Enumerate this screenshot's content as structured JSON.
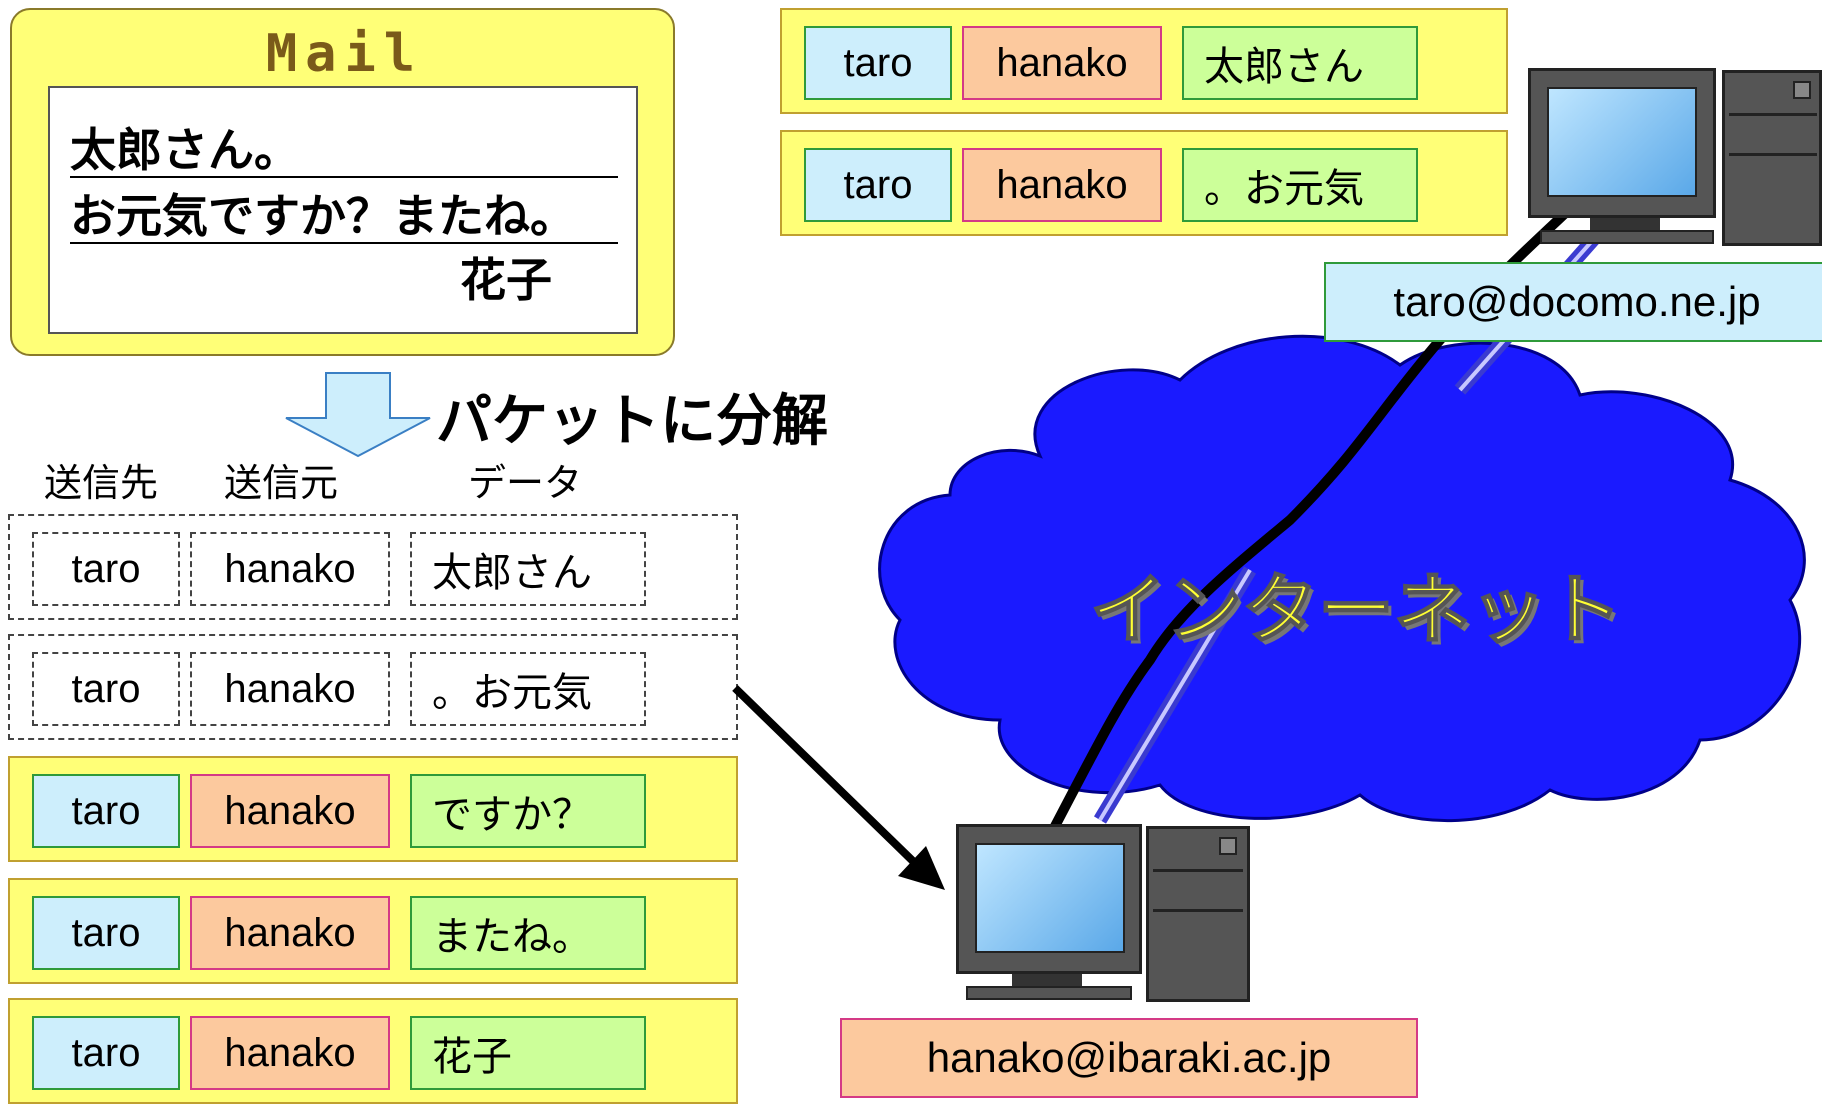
{
  "mail": {
    "title": "Mail",
    "line1": "太郎さん。",
    "line2": "お元気ですか？またね。",
    "line3": "花子"
  },
  "split_label": "パケットに分解",
  "headers": {
    "dest": "送信先",
    "src": "送信元",
    "data": "データ"
  },
  "packets_left": [
    {
      "to": "taro",
      "from": "hanako",
      "data": "太郎さん",
      "style": "dashed"
    },
    {
      "to": "taro",
      "from": "hanako",
      "data": "。お元気",
      "style": "dashed"
    },
    {
      "to": "taro",
      "from": "hanako",
      "data": "ですか？",
      "style": "colored"
    },
    {
      "to": "taro",
      "from": "hanako",
      "data": "またね。",
      "style": "colored"
    },
    {
      "to": "taro",
      "from": "hanako",
      "data": "花子",
      "style": "colored"
    }
  ],
  "packets_received": [
    {
      "to": "taro",
      "from": "hanako",
      "data": "太郎さん"
    },
    {
      "to": "taro",
      "from": "hanako",
      "data": "。お元気"
    }
  ],
  "cloud_label": "インターネット",
  "taro_address": "taro@docomo.ne.jp",
  "hanako_address": "hanako@ibaraki.ac.jp",
  "colors": {
    "packet_yellow": "#ffff77",
    "dest_blue": "#cdeefc",
    "src_orange": "#fcc99e",
    "data_green": "#ccff99",
    "cloud_blue": "#1a1aff"
  }
}
